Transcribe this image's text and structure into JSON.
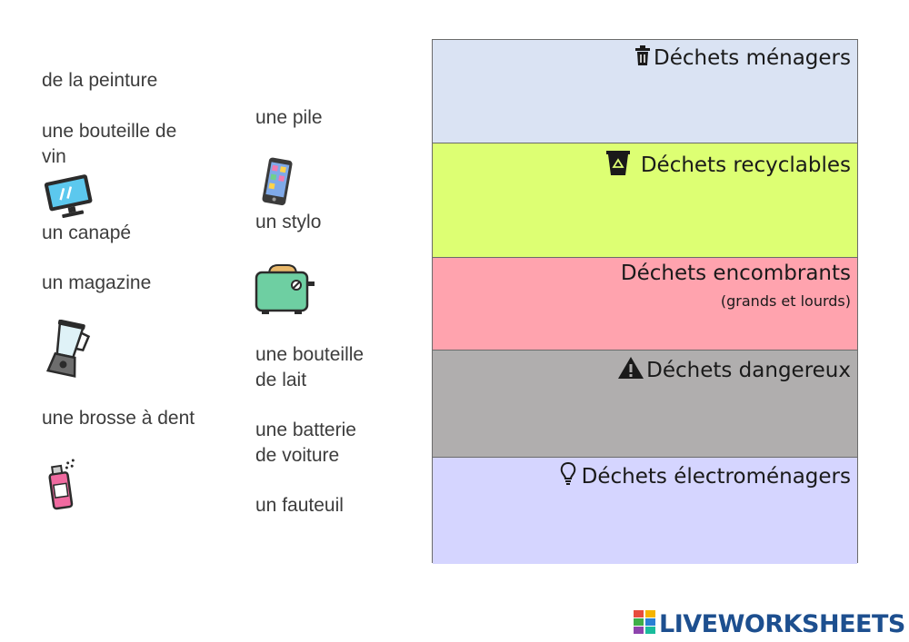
{
  "items": {
    "peinture": "de la peinture",
    "bouteille_vin_1": "une bouteille de",
    "bouteille_vin_2": "vin",
    "canape": "un canapé",
    "magazine": "un magazine",
    "brosse": "une brosse à dent",
    "pile": "une pile",
    "stylo": "un stylo",
    "bouteille_lait_1": "une bouteille",
    "bouteille_lait_2": "de lait",
    "batterie_1": "une batterie",
    "batterie_2": "de voiture",
    "fauteuil": "un fauteuil"
  },
  "bins": [
    {
      "title": "Déchets ménagers",
      "icon": "trash-icon",
      "color": "#dae3f3"
    },
    {
      "title": "Déchets recyclables",
      "icon": "recycle-bin-icon",
      "color": "#ddff73"
    },
    {
      "title": "Déchets encombrants",
      "subtitle": "(grands et lourds)",
      "color": "#ffa3ae"
    },
    {
      "title": "Déchets dangereux",
      "icon": "warning-icon",
      "color": "#b0aeae"
    },
    {
      "title": "Déchets électroménagers",
      "icon": "lightbulb-icon",
      "color": "#d5d5ff"
    }
  ],
  "logo": "LIVEWORKSHEETS"
}
